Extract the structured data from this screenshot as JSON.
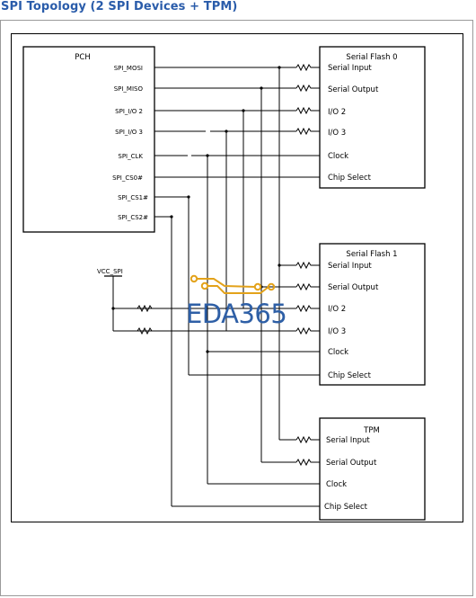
{
  "title": "SPI Topology (2 SPI Devices + TPM)",
  "pch": {
    "name": "PCH",
    "pins": [
      "SPI_MOSI",
      "SPI_MISO",
      "SPI_I/O 2",
      "SPI_I/O 3",
      "SPI_CLK",
      "SPI_CS0#",
      "SPI_CS1#",
      "SPI_CS2#"
    ]
  },
  "vcc": "VCC_SPI",
  "flash0": {
    "name": "Serial Flash 0",
    "pins": [
      "Serial Input",
      "Serial Output",
      "I/O 2",
      "I/O 3",
      "Clock",
      "Chip Select"
    ]
  },
  "flash1": {
    "name": "Serial Flash 1",
    "pins": [
      "Serial Input",
      "Serial Output",
      "I/O 2",
      "I/O 3",
      "Clock",
      "Chip Select"
    ]
  },
  "tpm": {
    "name": "TPM",
    "pins": [
      "Serial Input",
      "Serial Output",
      "Clock",
      "Chip Select"
    ]
  },
  "watermark": "EDA365",
  "colors": {
    "title": "#2a5caa",
    "watermark": "#2e5fa6",
    "logo": "#e3a21a"
  }
}
